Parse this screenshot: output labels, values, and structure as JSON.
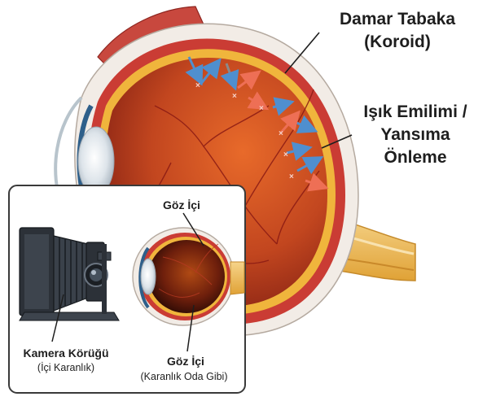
{
  "labels": {
    "choroid_title": "Damar Tabaka",
    "choroid_subtitle": "(Koroid)",
    "absorption_line1": "Işık Emilimi /",
    "absorption_line2": "Yansıma",
    "absorption_line3": "Önleme",
    "inner_eye_top": "Göz İçi",
    "bellows_title": "Kamera Körüğü",
    "bellows_subtitle": "(İçi Karanlık)",
    "inner_eye_bottom_title": "Göz İçi",
    "inner_eye_bottom_subtitle": "(Karanlık Oda Gibi)"
  },
  "colors": {
    "sclera": "#f2ece6",
    "choroid": "#ca3c34",
    "retina_yellow": "#f0b53c",
    "vitreous": "#c2461f",
    "incoming_light": "#4f8fcf",
    "reflected_light": "#ee6f55",
    "camera_body": "#2c3138",
    "inset_border": "#3a3a3a"
  }
}
